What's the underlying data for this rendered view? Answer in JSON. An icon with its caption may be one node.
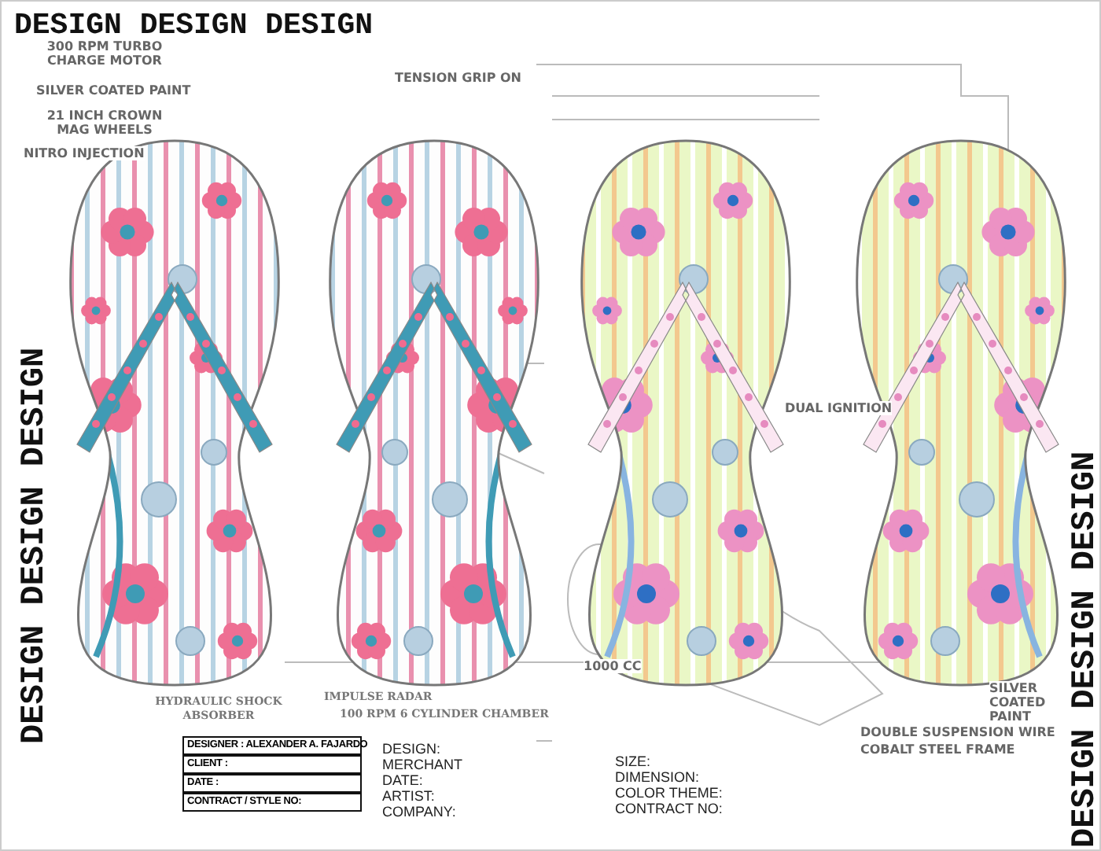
{
  "diagram": {
    "nodes": [
      {
        "text": [],
        "shape": "picture"
      },
      {
        "text": [],
        "shape": "picture"
      },
      {
        "text": [],
        "shape": "picture"
      },
      {
        "text": [],
        "shape": "picture"
      }
    ],
    "labels": [
      "DESIGN DESIGN DESIGN",
      "300 RPM TURBO CHARGE MOTOR",
      "SILVER COATED PAINT",
      "21 INCH CROWN MAG WHEELS",
      "NITRO INJECTION",
      "TENSION GRIP ON",
      "DESIGN DESIGN DESIGN",
      "DUAL IGNITION",
      "HYDRAULIC SHOCK ABSORBER",
      "IMPULSE RADAR",
      "100 RPM 6 CYLINDER CHAMBER",
      "1000 CC",
      "SILVER COATED PAINT",
      "DOUBLE SUSPENSION WIRE",
      "COBALT STEEL FRAME",
      "DESIGN DESIGN DESIGN",
      "DESIGNER : ALEXANDER A. FAJARDO",
      "CLIENT :",
      "DATE :",
      "CONTRACT / STYLE NO:",
      "DESIGN:",
      "MERCHANT",
      "DATE:",
      "ARTIST:",
      "COMPANY:",
      "SIZE:",
      "DIMENSION:",
      "COLOR THEME:",
      "CONTRACT NO:"
    ]
  }
}
